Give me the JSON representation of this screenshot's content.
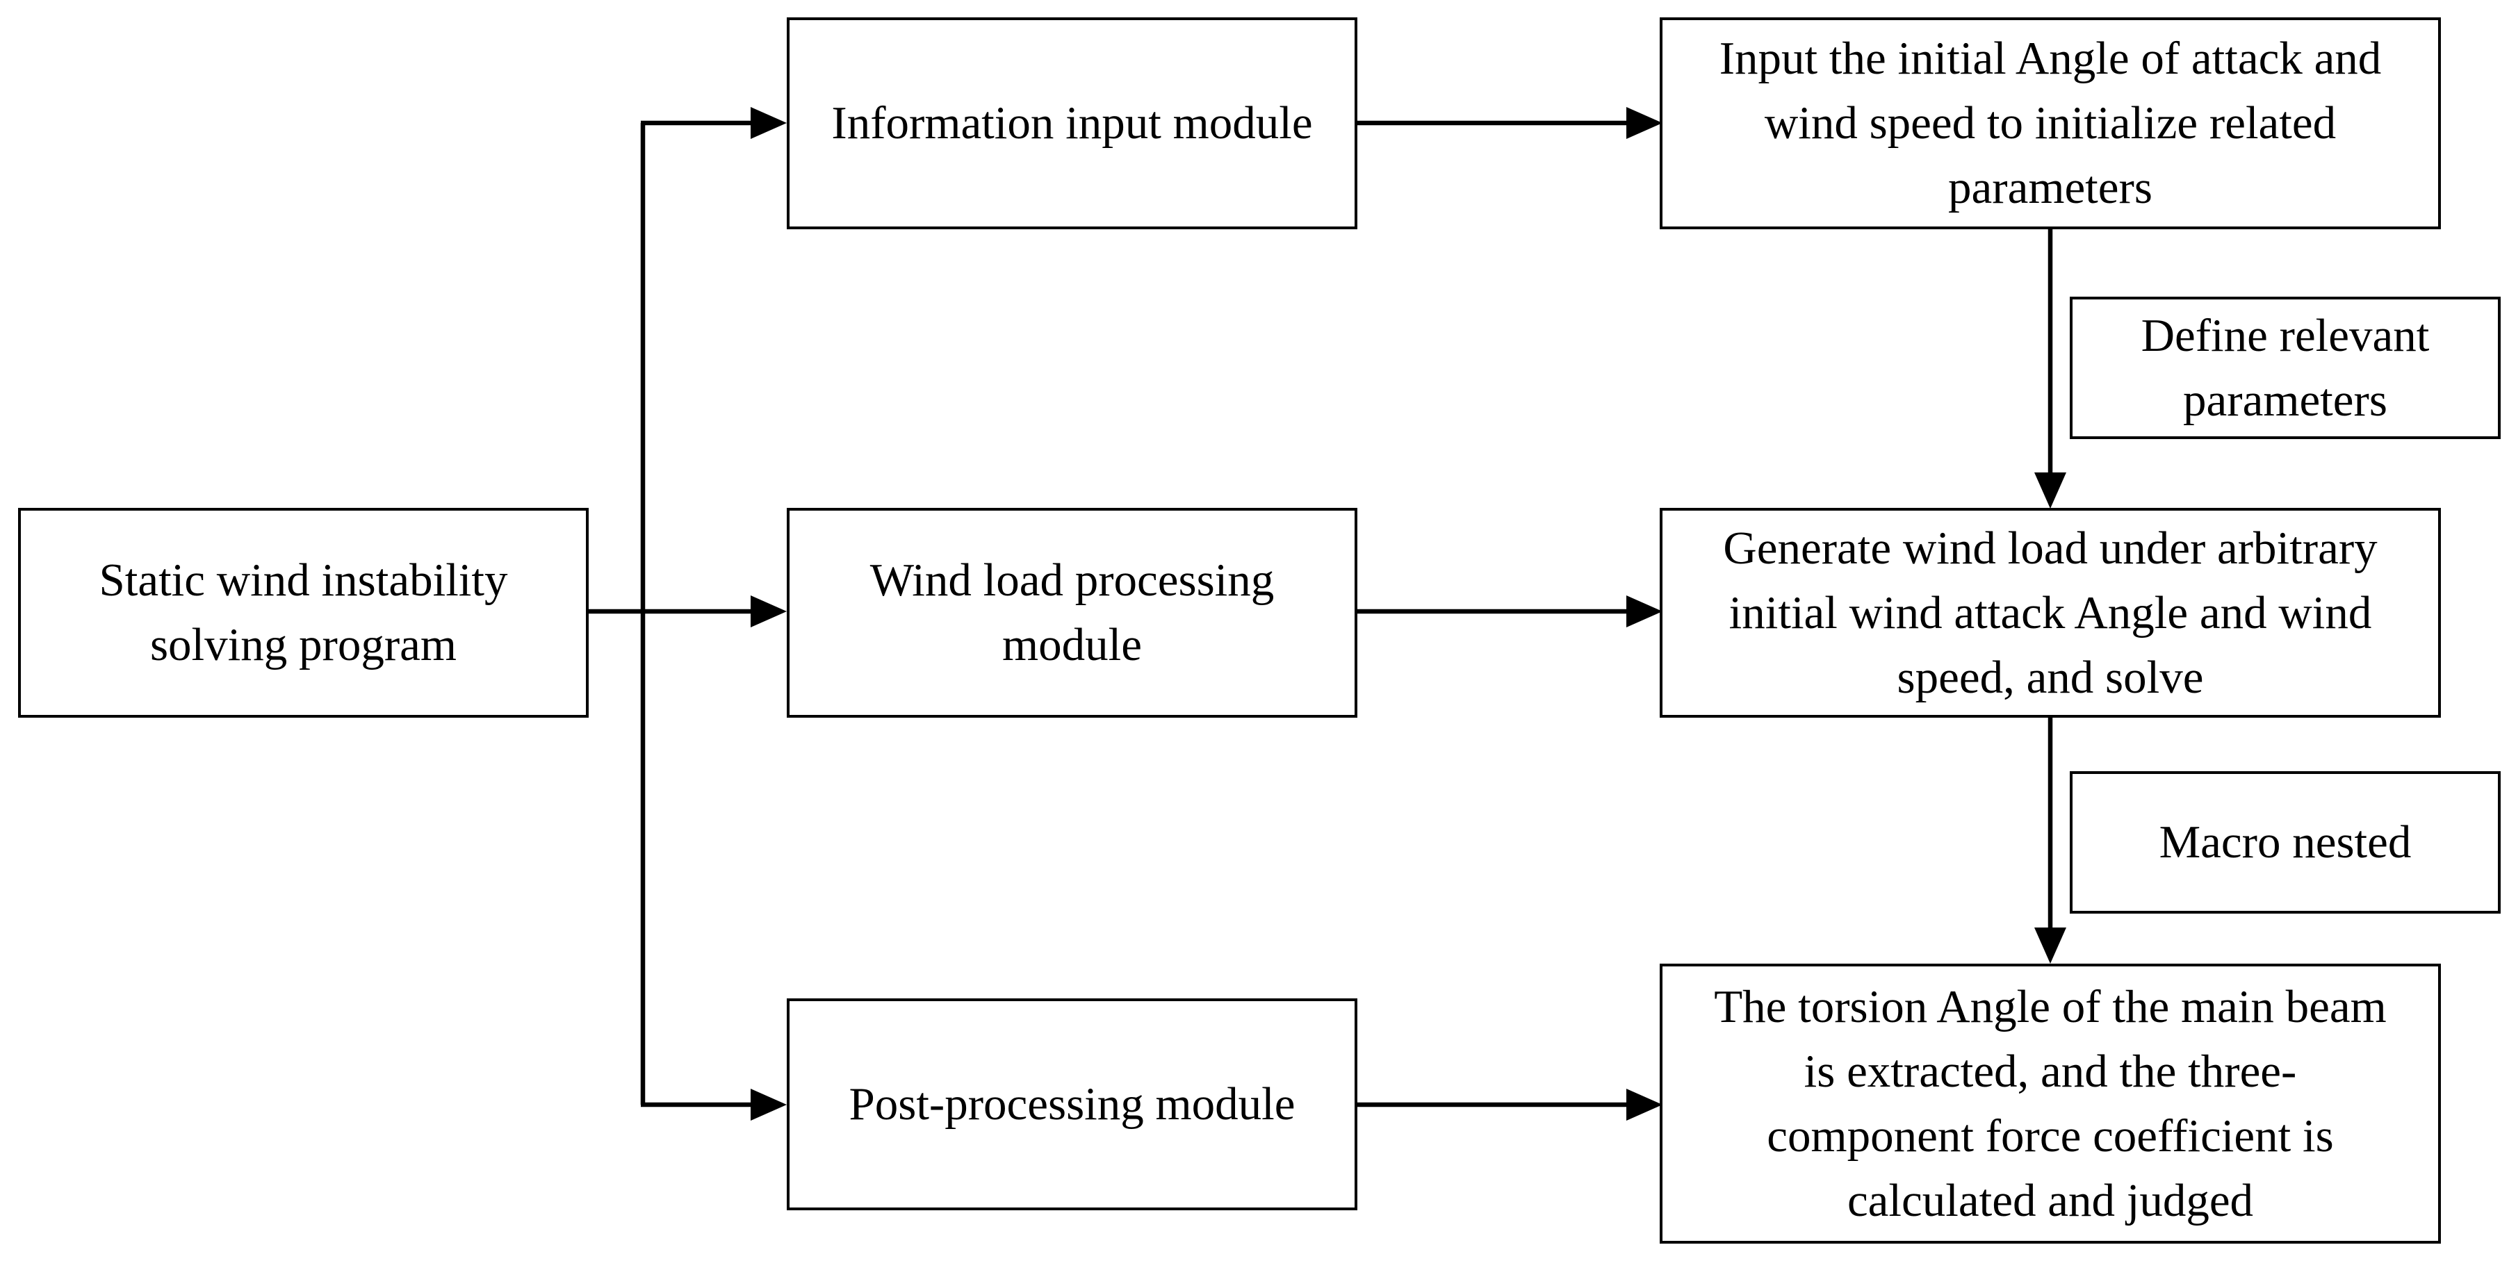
{
  "nodes": {
    "main": "Static wind instability solving program",
    "info_input": "Information input module",
    "wind_load": "Wind load processing module",
    "post_processing": "Post-processing module",
    "init_params": "Input the initial Angle of attack and wind speed to initialize related parameters",
    "generate_load": "Generate wind load under arbitrary initial wind attack Angle and wind speed, and solve",
    "torsion_extract": "The torsion Angle of the main beam is extracted, and the three-component force coefficient is calculated and judged"
  },
  "edge_labels": {
    "define_params": "Define relevant parameters",
    "macro_nested": "Macro nested"
  },
  "style": {
    "line_color": "#000000",
    "box_border": "#000000",
    "background": "#ffffff"
  }
}
